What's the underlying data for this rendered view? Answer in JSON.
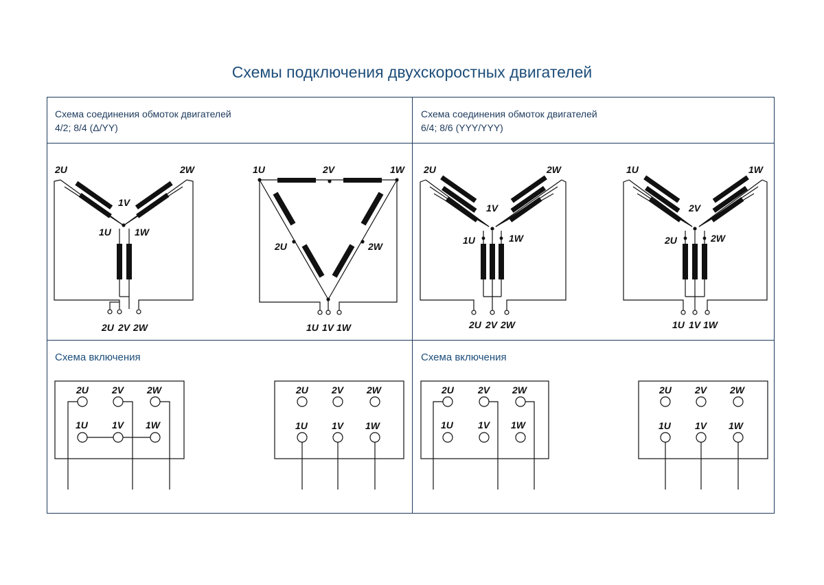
{
  "page": {
    "title": "Схемы подключения двухскоростных двигателей"
  },
  "left": {
    "header_line1": "Схема соединения обмоток двигателей",
    "header_line2": "4/2; 8/4  (Δ/YY)",
    "section_label": "Схема включения"
  },
  "right": {
    "header_line1": "Схема соединения обмоток двигателей",
    "header_line2": "6/4; 8/6 (YYY/YYY)",
    "section_label": "Схема включения"
  },
  "terminals": {
    "u1": "1U",
    "v1": "1V",
    "w1": "1W",
    "u2": "2U",
    "v2": "2V",
    "w2": "2W"
  }
}
